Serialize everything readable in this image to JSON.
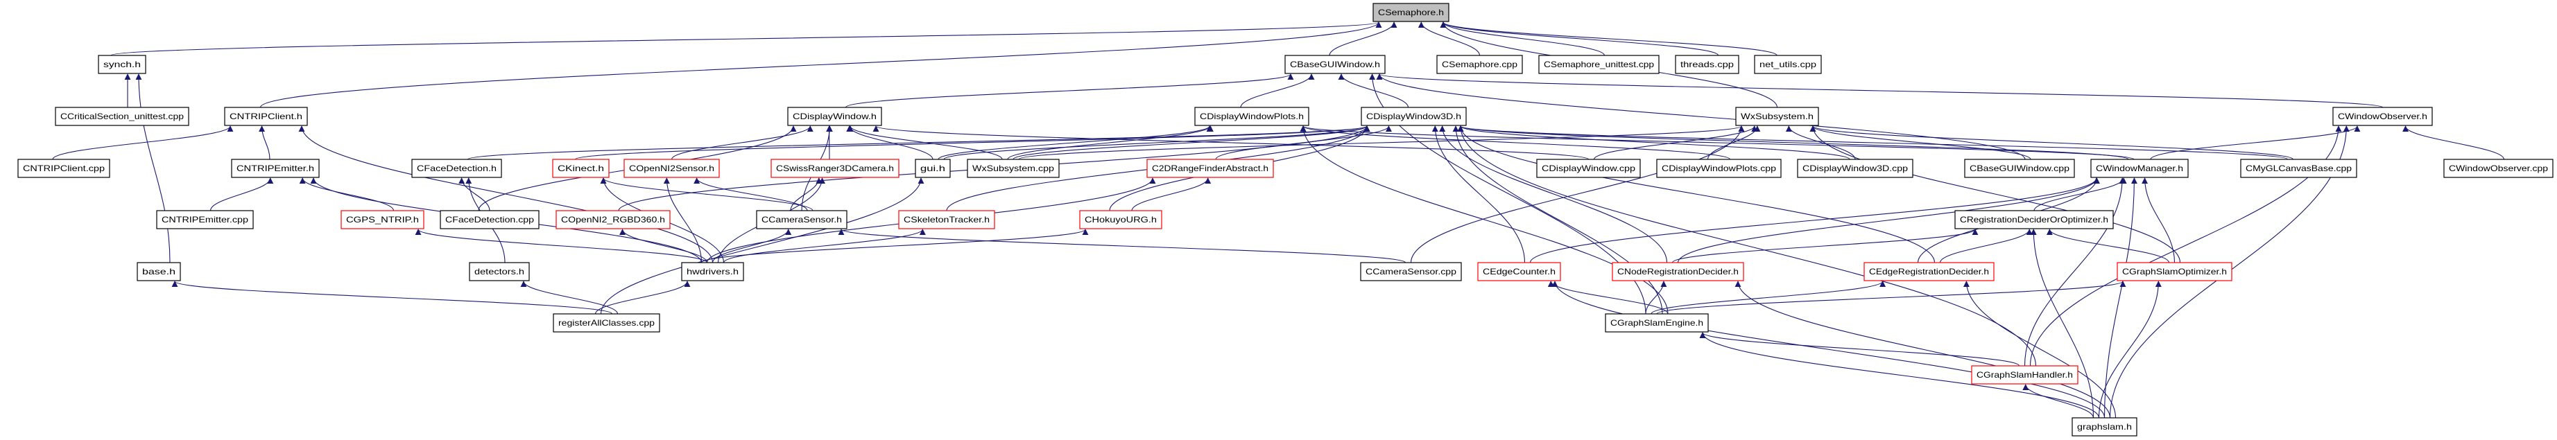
{
  "graph": {
    "title": "CSemaphore.h",
    "edge_color": "#191970",
    "highlight_border_color": "#ff0000",
    "root_fill_color": "#bfbfbf",
    "nodes": {
      "csemaphore_h": {
        "label": "CSemaphore.h",
        "root": true
      },
      "synch_h": {
        "label": "synch.h"
      },
      "cbaseguiwindow_h": {
        "label": "CBaseGUIWindow.h"
      },
      "csemaphore_cpp": {
        "label": "CSemaphore.cpp"
      },
      "csemaphore_unittest_cpp": {
        "label": "CSemaphore_unittest.cpp"
      },
      "threads_cpp": {
        "label": "threads.cpp"
      },
      "net_utils_cpp": {
        "label": "net_utils.cpp"
      },
      "ccriticalsection_unittest_cpp": {
        "label": "CCriticalSection_unittest.cpp"
      },
      "cntripclient_h": {
        "label": "CNTRIPClient.h"
      },
      "cdisplaywindow_h": {
        "label": "CDisplayWindow.h"
      },
      "cdisplaywindowplots_h": {
        "label": "CDisplayWindowPlots.h"
      },
      "cdisplaywindow3d_h": {
        "label": "CDisplayWindow3D.h"
      },
      "wxsubsystem_h": {
        "label": "WxSubsystem.h"
      },
      "cwindowobserver_h": {
        "label": "CWindowObserver.h"
      },
      "cntripclient_cpp": {
        "label": "CNTRIPClient.cpp"
      },
      "cntripemitter_h": {
        "label": "CNTRIPEmitter.h"
      },
      "cfacedetection_h": {
        "label": "CFaceDetection.h"
      },
      "ckinect_h": {
        "label": "CKinect.h",
        "incomplete": true
      },
      "copenni2sensor_h": {
        "label": "COpenNI2Sensor.h",
        "incomplete": true
      },
      "cswissranger3dcamera_h": {
        "label": "CSwissRanger3DCamera.h",
        "incomplete": true
      },
      "gui_h": {
        "label": "gui.h"
      },
      "wxsubsystem_cpp": {
        "label": "WxSubsystem.cpp"
      },
      "c2drangefinderabstract_h": {
        "label": "C2DRangeFinderAbstract.h",
        "incomplete": true
      },
      "cdisplaywindow_cpp": {
        "label": "CDisplayWindow.cpp"
      },
      "cdisplaywindowplots_cpp": {
        "label": "CDisplayWindowPlots.cpp"
      },
      "cdisplaywindow3d_cpp": {
        "label": "CDisplayWindow3D.cpp"
      },
      "cbaseguiwindow_cpp": {
        "label": "CBaseGUIWindow.cpp"
      },
      "cwindowmanager_h": {
        "label": "CWindowManager.h"
      },
      "cmyglcanvasbase_cpp": {
        "label": "CMyGLCanvasBase.cpp"
      },
      "cwindowobserver_cpp": {
        "label": "CWindowObserver.cpp"
      },
      "cntripemitter_cpp": {
        "label": "CNTRIPEmitter.cpp"
      },
      "cgps_ntrip_h": {
        "label": "CGPS_NTRIP.h",
        "incomplete": true
      },
      "cfacedetection_cpp": {
        "label": "CFaceDetection.cpp"
      },
      "copenni2_rgbd360_h": {
        "label": "COpenNI2_RGBD360.h",
        "incomplete": true
      },
      "ccamerasensor_h": {
        "label": "CCameraSensor.h"
      },
      "cskeletontracker_h": {
        "label": "CSkeletonTracker.h",
        "incomplete": true
      },
      "chokuyourg_h": {
        "label": "CHokuyoURG.h",
        "incomplete": true
      },
      "cregistrationdecideroroptimizer_h": {
        "label": "CRegistrationDeciderOrOptimizer.h"
      },
      "base_h": {
        "label": "base.h"
      },
      "detectors_h": {
        "label": "detectors.h"
      },
      "hwdrivers_h": {
        "label": "hwdrivers.h"
      },
      "ccamerasensor_cpp": {
        "label": "CCameraSensor.cpp"
      },
      "cedgecounter_h": {
        "label": "CEdgeCounter.h",
        "incomplete": true
      },
      "cnoderegistrationdecider_h": {
        "label": "CNodeRegistrationDecider.h",
        "incomplete": true
      },
      "cedgeregistrationdecider_h": {
        "label": "CEdgeRegistrationDecider.h",
        "incomplete": true
      },
      "cgraphslamoptimizer_h": {
        "label": "CGraphSlamOptimizer.h",
        "incomplete": true
      },
      "registerallclasses_cpp": {
        "label": "registerAllClasses.cpp"
      },
      "cgraphslamengine_h": {
        "label": "CGraphSlamEngine.h"
      },
      "cgraphslamhandler_h": {
        "label": "CGraphSlamHandler.h",
        "incomplete": true
      },
      "graphslam_h": {
        "label": "graphslam.h"
      }
    },
    "edges": [
      [
        "synch_h",
        "csemaphore_h"
      ],
      [
        "cbaseguiwindow_h",
        "csemaphore_h"
      ],
      [
        "csemaphore_cpp",
        "csemaphore_h"
      ],
      [
        "csemaphore_unittest_cpp",
        "csemaphore_h"
      ],
      [
        "threads_cpp",
        "csemaphore_h"
      ],
      [
        "net_utils_cpp",
        "csemaphore_h"
      ],
      [
        "cntripclient_h",
        "csemaphore_h"
      ],
      [
        "wxsubsystem_h",
        "csemaphore_h"
      ],
      [
        "ccriticalsection_unittest_cpp",
        "synch_h"
      ],
      [
        "base_h",
        "synch_h"
      ],
      [
        "cntripclient_cpp",
        "cntripclient_h"
      ],
      [
        "cntripemitter_h",
        "cntripclient_h"
      ],
      [
        "hwdrivers_h",
        "cntripclient_h"
      ],
      [
        "cntripemitter_cpp",
        "cntripemitter_h"
      ],
      [
        "cgps_ntrip_h",
        "cntripemitter_h"
      ],
      [
        "hwdrivers_h",
        "cntripemitter_h"
      ],
      [
        "hwdrivers_h",
        "cgps_ntrip_h"
      ],
      [
        "cfacedetection_cpp",
        "cfacedetection_h"
      ],
      [
        "detectors_h",
        "cfacedetection_h"
      ],
      [
        "cfacedetection_h",
        "cdisplaywindow3d_h"
      ],
      [
        "cfacedetection_cpp",
        "cdisplaywindow_h"
      ],
      [
        "ckinect_h",
        "cdisplaywindow3d_h"
      ],
      [
        "copenni2sensor_h",
        "cdisplaywindow_h"
      ],
      [
        "copenni2_rgbd360_h",
        "cdisplaywindow3d_h"
      ],
      [
        "hwdrivers_h",
        "ckinect_h"
      ],
      [
        "hwdrivers_h",
        "copenni2sensor_h"
      ],
      [
        "hwdrivers_h",
        "copenni2_rgbd360_h"
      ],
      [
        "hwdrivers_h",
        "ccamerasensor_h"
      ],
      [
        "hwdrivers_h",
        "cswissranger3dcamera_h"
      ],
      [
        "hwdrivers_h",
        "cskeletontracker_h"
      ],
      [
        "hwdrivers_h",
        "chokuyourg_h"
      ],
      [
        "hwdrivers_h",
        "c2drangefinderabstract_h"
      ],
      [
        "ccamerasensor_h",
        "cdisplaywindow_h"
      ],
      [
        "ccamerasensor_h",
        "copenni2sensor_h"
      ],
      [
        "ccamerasensor_h",
        "ckinect_h"
      ],
      [
        "ccamerasensor_h",
        "cswissranger3dcamera_h"
      ],
      [
        "cswissranger3dcamera_h",
        "cdisplaywindow_h"
      ],
      [
        "gui_h",
        "cdisplaywindow_h"
      ],
      [
        "gui_h",
        "cdisplaywindowplots_h"
      ],
      [
        "gui_h",
        "cdisplaywindow3d_h"
      ],
      [
        "wxsubsystem_cpp",
        "cdisplaywindow_h"
      ],
      [
        "wxsubsystem_cpp",
        "cdisplaywindowplots_h"
      ],
      [
        "wxsubsystem_cpp",
        "cdisplaywindow3d_h"
      ],
      [
        "wxsubsystem_cpp",
        "wxsubsystem_h"
      ],
      [
        "cdisplaywindow_h",
        "cbaseguiwindow_h"
      ],
      [
        "cdisplaywindowplots_h",
        "cbaseguiwindow_h"
      ],
      [
        "cdisplaywindow3d_h",
        "cbaseguiwindow_h"
      ],
      [
        "cskeletontracker_h",
        "cdisplaywindow3d_h"
      ],
      [
        "c2drangefinderabstract_h",
        "cdisplaywindow3d_h"
      ],
      [
        "chokuyourg_h",
        "c2drangefinderabstract_h"
      ],
      [
        "chokuyourg_h",
        "cdisplaywindow3d_h"
      ],
      [
        "ccamerasensor_cpp",
        "ccamerasensor_h"
      ],
      [
        "ccamerasensor_cpp",
        "wxsubsystem_h"
      ],
      [
        "registerallclasses_cpp",
        "base_h"
      ],
      [
        "registerallclasses_cpp",
        "detectors_h"
      ],
      [
        "registerallclasses_cpp",
        "hwdrivers_h"
      ],
      [
        "registerallclasses_cpp",
        "gui_h"
      ],
      [
        "cdisplaywindow_cpp",
        "cdisplaywindow_h"
      ],
      [
        "cdisplaywindow_cpp",
        "wxsubsystem_h"
      ],
      [
        "cdisplaywindowplots_cpp",
        "cdisplaywindowplots_h"
      ],
      [
        "cdisplaywindowplots_cpp",
        "wxsubsystem_h"
      ],
      [
        "cdisplaywindow3d_cpp",
        "cdisplaywindow3d_h"
      ],
      [
        "cdisplaywindow3d_cpp",
        "wxsubsystem_h"
      ],
      [
        "cbaseguiwindow_cpp",
        "cbaseguiwindow_h"
      ],
      [
        "cbaseguiwindow_cpp",
        "wxsubsystem_h"
      ],
      [
        "cmyglcanvasbase_cpp",
        "cdisplaywindow3d_h"
      ],
      [
        "cmyglcanvasbase_cpp",
        "wxsubsystem_h"
      ],
      [
        "cwindowobserver_h",
        "cbaseguiwindow_h"
      ],
      [
        "cwindowobserver_cpp",
        "cwindowobserver_h"
      ],
      [
        "cwindowmanager_h",
        "cwindowobserver_h"
      ],
      [
        "cwindowmanager_h",
        "cdisplaywindow3d_h"
      ],
      [
        "cwindowmanager_h",
        "cdisplaywindowplots_h"
      ],
      [
        "cregistrationdecideroroptimizer_h",
        "cwindowmanager_h"
      ],
      [
        "cedgecounter_h",
        "cdisplaywindow3d_h"
      ],
      [
        "cedgecounter_h",
        "cwindowmanager_h"
      ],
      [
        "cnoderegistrationdecider_h",
        "cdisplaywindow3d_h"
      ],
      [
        "cnoderegistrationdecider_h",
        "cregistrationdecideroroptimizer_h"
      ],
      [
        "cnoderegistrationdecider_h",
        "cwindowmanager_h"
      ],
      [
        "cedgeregistrationdecider_h",
        "cdisplaywindow3d_h"
      ],
      [
        "cedgeregistrationdecider_h",
        "cregistrationdecideroroptimizer_h"
      ],
      [
        "cedgeregistrationdecider_h",
        "cwindowmanager_h"
      ],
      [
        "cgraphslamoptimizer_h",
        "cregistrationdecideroroptimizer_h"
      ],
      [
        "cgraphslamoptimizer_h",
        "cwindowmanager_h"
      ],
      [
        "cgraphslamoptimizer_h",
        "wxsubsystem_h"
      ],
      [
        "cgraphslamengine_h",
        "cedgecounter_h"
      ],
      [
        "cgraphslamengine_h",
        "cnoderegistrationdecider_h"
      ],
      [
        "cgraphslamengine_h",
        "cedgeregistrationdecider_h"
      ],
      [
        "cgraphslamengine_h",
        "cgraphslamoptimizer_h"
      ],
      [
        "cgraphslamengine_h",
        "cdisplaywindow3d_h"
      ],
      [
        "cgraphslamengine_h",
        "cdisplaywindowplots_h"
      ],
      [
        "cgraphslamengine_h",
        "cbaseguiwindow_h"
      ],
      [
        "cgraphslamhandler_h",
        "cgraphslamengine_h"
      ],
      [
        "cgraphslamhandler_h",
        "cwindowmanager_h"
      ],
      [
        "cgraphslamhandler_h",
        "cwindowobserver_h"
      ],
      [
        "cgraphslamhandler_h",
        "cdisplaywindow3d_h"
      ],
      [
        "graphslam_h",
        "cgraphslamhandler_h"
      ],
      [
        "graphslam_h",
        "cgraphslamengine_h"
      ],
      [
        "graphslam_h",
        "cedgecounter_h"
      ],
      [
        "graphslam_h",
        "cnoderegistrationdecider_h"
      ],
      [
        "graphslam_h",
        "cedgeregistrationdecider_h"
      ],
      [
        "graphslam_h",
        "cregistrationdecideroroptimizer_h"
      ],
      [
        "graphslam_h",
        "cgraphslamoptimizer_h"
      ],
      [
        "graphslam_h",
        "cwindowmanager_h"
      ],
      [
        "graphslam_h",
        "cwindowobserver_h"
      ]
    ]
  }
}
